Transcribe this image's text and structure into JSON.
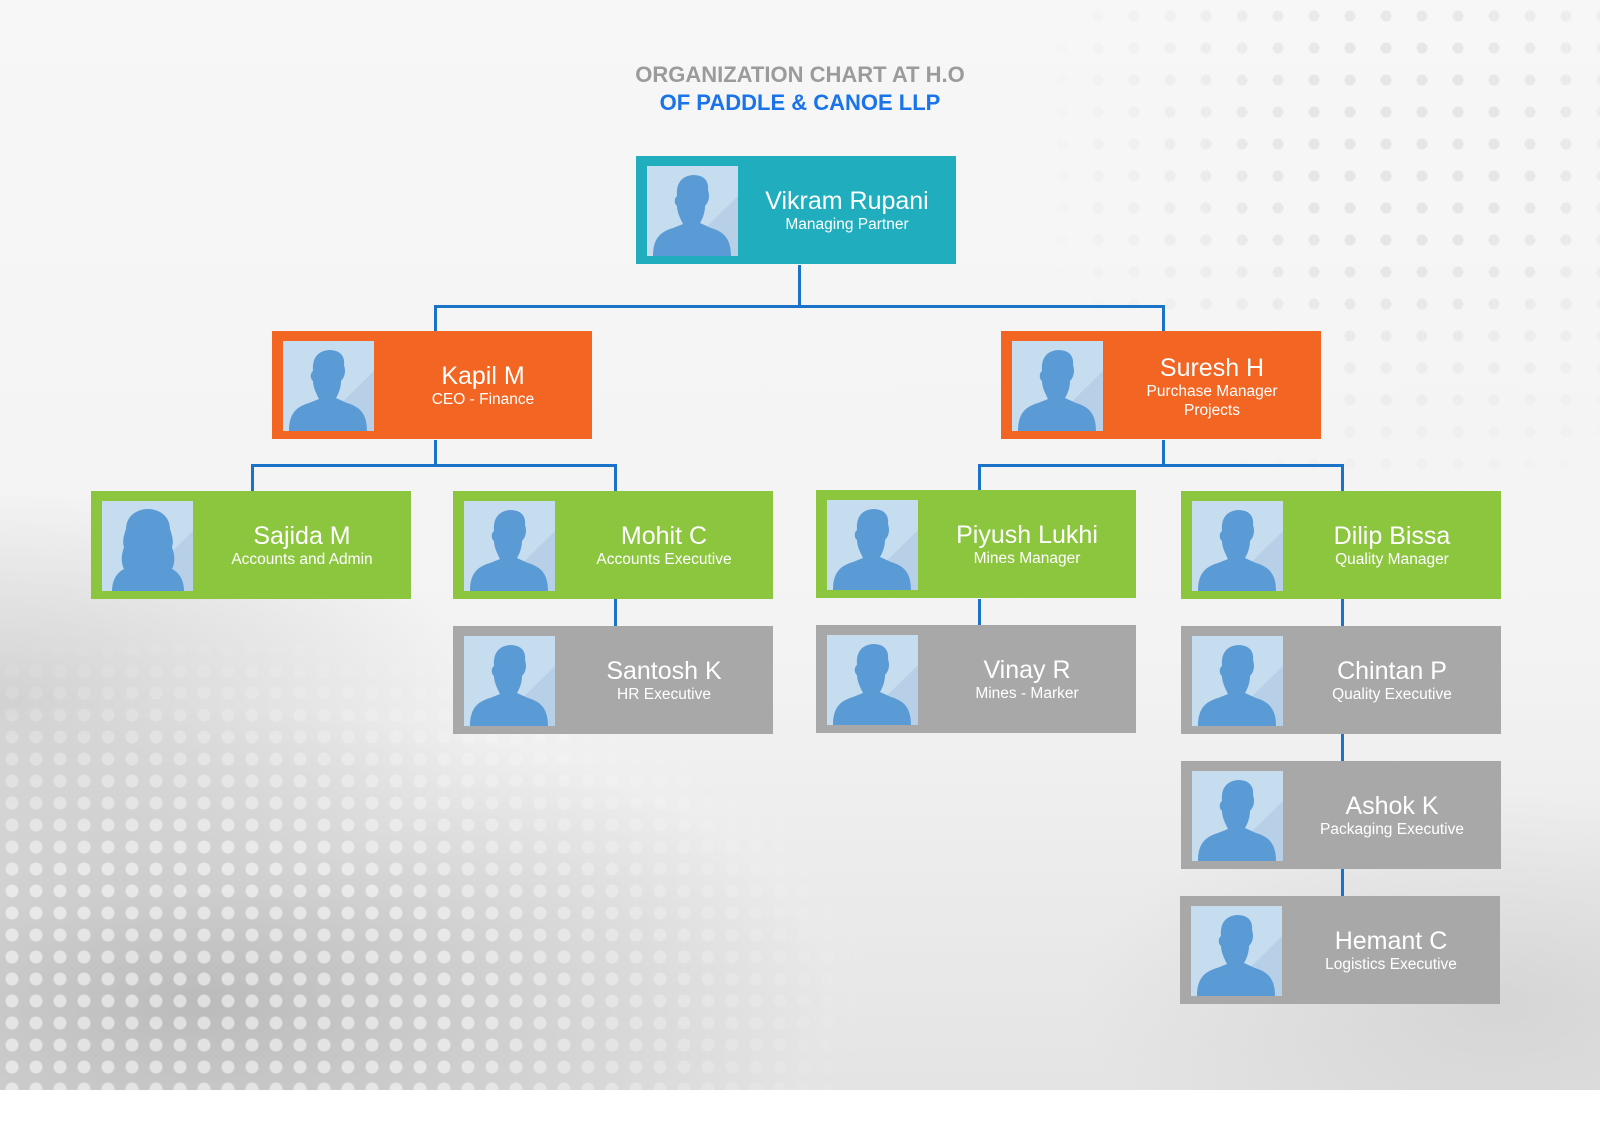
{
  "title": {
    "line1": "ORGANIZATION CHART AT H.O",
    "line2": "OF PADDLE & CANOE LLP"
  },
  "colors": {
    "teal": "#20adbd",
    "orange": "#f26522",
    "green": "#8cc63e",
    "gray": "#a8a8a8",
    "connector": "#1a73c8",
    "title_gray": "#9b9b9b",
    "title_blue": "#1a73e8",
    "avatar_bg": "#c6dcef",
    "avatar_silhouette": "#5b9bd5"
  },
  "people": {
    "vikram": {
      "name": "Vikram Rupani",
      "role": "Managing Partner",
      "avatar": "male-avatar-icon"
    },
    "kapil": {
      "name": "Kapil M",
      "role": "CEO - Finance",
      "avatar": "male-avatar-icon"
    },
    "suresh": {
      "name": "Suresh H",
      "role": "Purchase Manager",
      "role2": "Projects",
      "avatar": "male-avatar-icon"
    },
    "sajida": {
      "name": "Sajida M",
      "role": "Accounts and Admin",
      "avatar": "female-avatar-icon"
    },
    "mohit": {
      "name": "Mohit C",
      "role": "Accounts Executive",
      "avatar": "male-avatar-icon"
    },
    "piyush": {
      "name": "Piyush Lukhi",
      "role": "Mines Manager",
      "avatar": "male-avatar-icon"
    },
    "dilip": {
      "name": "Dilip Bissa",
      "role": "Quality Manager",
      "avatar": "male-avatar-icon"
    },
    "santosh": {
      "name": "Santosh K",
      "role": "HR Executive",
      "avatar": "male-avatar-icon"
    },
    "vinay": {
      "name": "Vinay R",
      "role": "Mines - Marker",
      "avatar": "male-avatar-icon"
    },
    "chintan": {
      "name": "Chintan P",
      "role": "Quality Executive",
      "avatar": "male-avatar-icon"
    },
    "ashok": {
      "name": "Ashok K",
      "role": "Packaging Executive",
      "avatar": "male-avatar-icon"
    },
    "hemant": {
      "name": "Hemant C",
      "role": "Logistics Executive",
      "avatar": "male-avatar-icon"
    }
  },
  "hierarchy": {
    "Vikram Rupani": [
      "Kapil M",
      "Suresh H"
    ],
    "Kapil M": [
      "Sajida M",
      "Mohit C"
    ],
    "Mohit C": [
      "Santosh K"
    ],
    "Suresh H": [
      "Piyush Lukhi",
      "Dilip Bissa"
    ],
    "Piyush Lukhi": [
      "Vinay R"
    ],
    "Dilip Bissa": [
      "Chintan P"
    ],
    "Chintan P": [
      "Ashok K"
    ],
    "Ashok K": [
      "Hemant C"
    ]
  }
}
